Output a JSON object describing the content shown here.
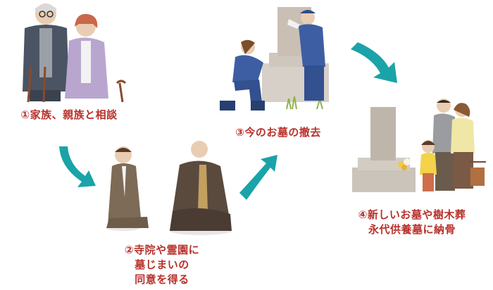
{
  "steps": [
    {
      "lines": [
        "①家族、親族と相談"
      ]
    },
    {
      "lines": [
        "②寺院や霊園に",
        "墓じまいの",
        "同意を得る"
      ]
    },
    {
      "lines": [
        "③今のお墓の撤去"
      ]
    },
    {
      "lines": [
        "④新しいお墓や樹木葬",
        "永代供養墓に納骨"
      ]
    }
  ],
  "colors": {
    "label": "#b8302a",
    "arrow": "#1aa3a8"
  },
  "icons": [
    "elderly-couple-icon",
    "bowing-family-and-monk-icon",
    "workers-removing-grave-icon",
    "family-praying-at-grave-icon",
    "flow-arrow-icon"
  ]
}
